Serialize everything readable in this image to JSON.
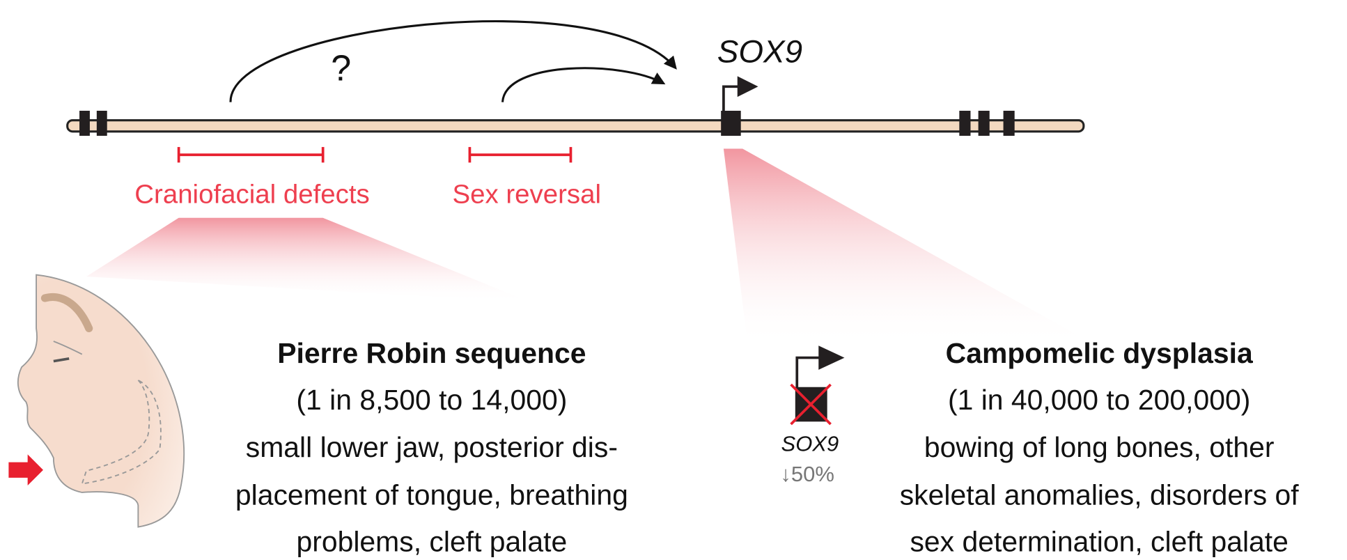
{
  "gene": {
    "name": "SOX9",
    "regulation_unknown": "?"
  },
  "regions": [
    {
      "label": "Craniofacial defects"
    },
    {
      "label": "Sex reversal"
    }
  ],
  "left_panel": {
    "title": "Pierre Robin sequence",
    "incidence": "(1 in 8,500 to 14,000)",
    "lines": [
      "small lower jaw, posterior dis-",
      "placement of tongue, breathing",
      "problems, cleft palate"
    ]
  },
  "right_panel": {
    "title": "Campomelic dysplasia",
    "incidence": "(1 in 40,000 to 200,000)",
    "lines": [
      "bowing of long bones, other",
      "skeletal anomalies, disorders of",
      "sex determination, cleft palate"
    ],
    "gene_label": "SOX9",
    "dosage": "↓50%"
  },
  "colors": {
    "accent": "#ee3f4f",
    "chromosome": "#f3d9c0",
    "skin": "#f6dccd"
  }
}
